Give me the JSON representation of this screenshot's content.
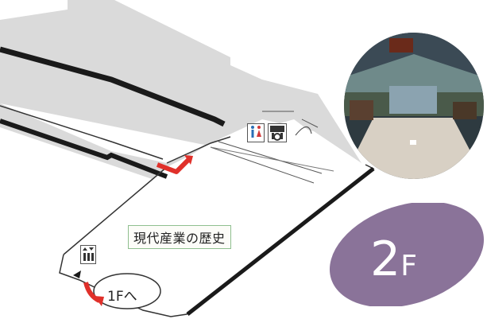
{
  "floor": {
    "number": "2",
    "suffix": "F",
    "badge_color": "#8a7399"
  },
  "area": {
    "label": "現代産業の歴史",
    "border_color": "#8fbf8f"
  },
  "exit": {
    "label": "1Fへ"
  },
  "arrow_color": "#e0302a",
  "floor_fill": "#d9d9d9",
  "wall_color": "#1a1a1a",
  "icons": {
    "restroom": "restroom-icon",
    "accessible_restroom": "accessible-restroom-icon",
    "elevator": "elevator-icon"
  },
  "photo": {
    "subject": "exhibition-hall-photo"
  }
}
